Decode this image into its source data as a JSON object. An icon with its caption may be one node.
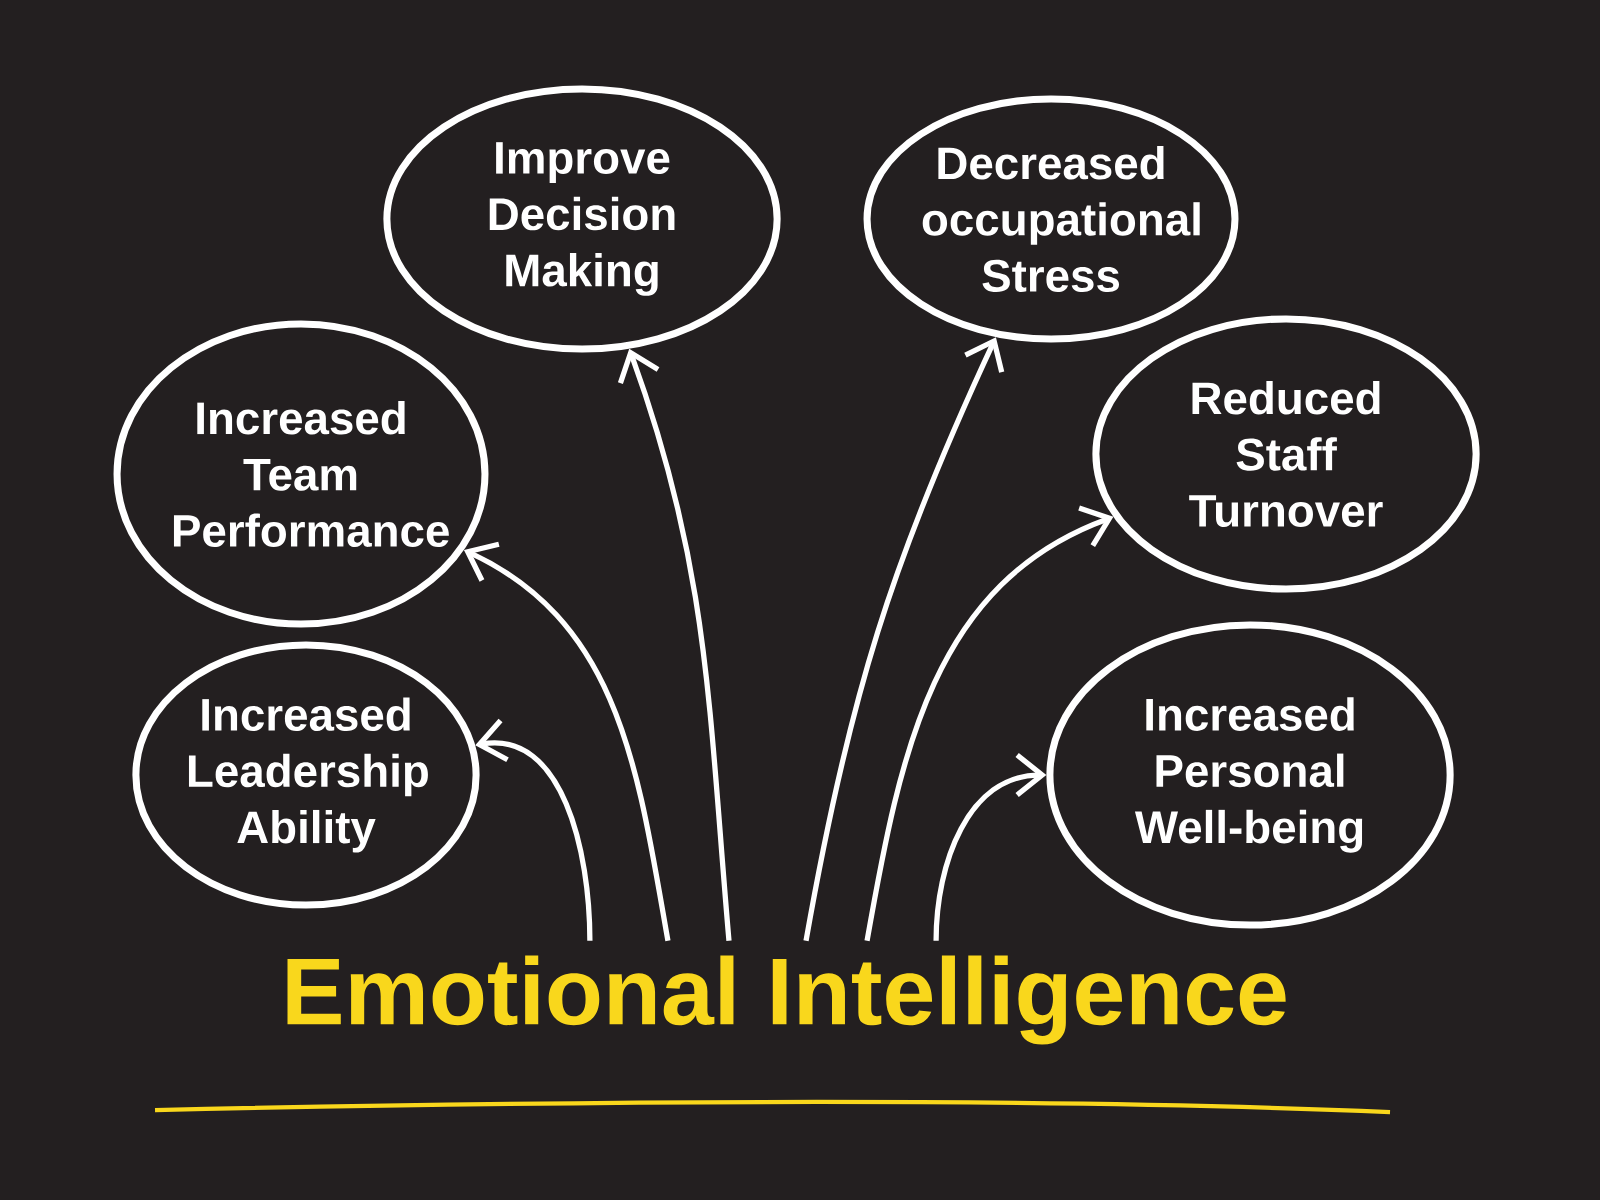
{
  "diagram": {
    "nodes": [
      {
        "text": [
          "Improve Decision Making"
        ]
      },
      {
        "text": [
          "Decreased occupational Stress"
        ]
      },
      {
        "text": [
          "Increased Team Performance"
        ]
      },
      {
        "text": [
          "Reduced Staff Turnover"
        ]
      },
      {
        "text": [
          "Increased Leadership Ability"
        ]
      },
      {
        "text": [
          "Increased Personal Well-being"
        ]
      },
      {
        "text": [
          "Emotional Intelligence"
        ]
      }
    ],
    "edges": [
      {
        "from": 6,
        "to": 4,
        "arrow": "to"
      },
      {
        "from": 6,
        "to": 2,
        "arrow": "to"
      },
      {
        "from": 6,
        "to": 0,
        "arrow": "to"
      },
      {
        "from": 6,
        "to": 1,
        "arrow": "to"
      },
      {
        "from": 6,
        "to": 3,
        "arrow": "to"
      },
      {
        "from": 6,
        "to": 5,
        "arrow": "to"
      }
    ]
  }
}
